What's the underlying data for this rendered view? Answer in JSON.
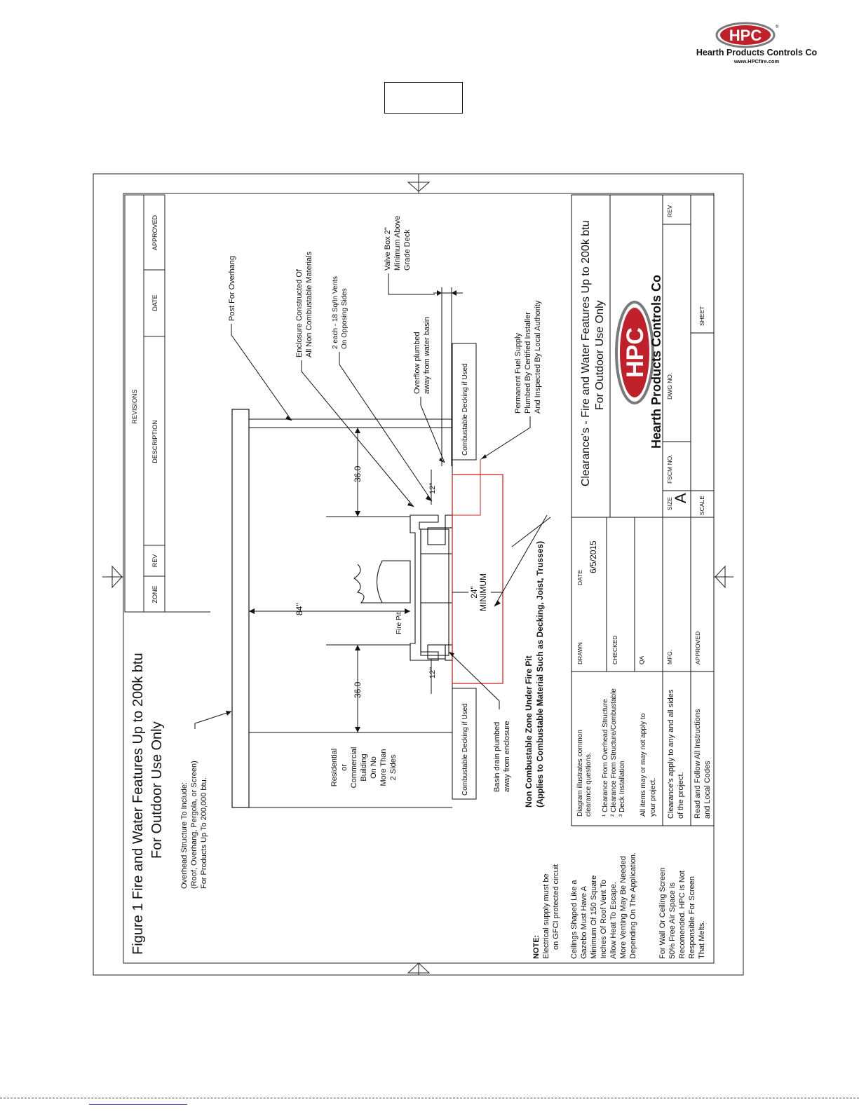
{
  "company": {
    "logo_text": "HPC",
    "name": "Hearth Products Controls Co",
    "url": "www.HPCfire.com"
  },
  "figure": {
    "title_line1": "Figure 1   Fire and Water Features Up to 200k btu",
    "title_line2": "For Outdoor Use Only"
  },
  "revisions": {
    "header": "REVISIONS",
    "col_zone": "ZONE",
    "col_rev": "REV",
    "col_description": "DESCRIPTION",
    "col_date": "DATE",
    "col_approved": "APPROVED"
  },
  "callouts": {
    "overhead_1": "Overhead Structure To Include:",
    "overhead_2": "(Roof, Overhang, Pergola, or Screen)",
    "overhead_3": "For Products Up To 200,000 btu.",
    "post": "Post For Overhang",
    "enclosure_1": "Enclosure Constructed Of",
    "enclosure_2": "All Non Combustable Materials",
    "vents_1": "2 each - 18 Sq/In Vents",
    "vents_2": "On Opposing Sides",
    "overflow_1": "Overflow plumbed",
    "overflow_2": "away from water basin",
    "valve_1": "Valve Box 2\"",
    "valve_2": "Minimum Above",
    "valve_3": "Grade Deck",
    "fuel_1": "Permanent Fuel Supply",
    "fuel_2": "Plumbed By Certified Installer",
    "fuel_3": "And Inspected By Local Authority",
    "deck_right": "Combustable Decking if Used",
    "deck_left": "Combustable Decking if Used",
    "building_1": "Residential",
    "building_2": "or",
    "building_3": "Commercial",
    "building_4": "Building",
    "building_5": "On No",
    "building_6": "More Than",
    "building_7": "2 Sides",
    "basin_1": "Basin drain plumbed",
    "basin_2": "away from enclosure",
    "noncomb_1": "Non Combustable Zone Under Fire Pit",
    "noncomb_2": "(Applies to Combustable Material Such as Decking, Joist, Trusses)",
    "fire_pit": "Fire Pit",
    "dim_84": "84\"",
    "dim_36_left": "36.0",
    "dim_36_right": "36.0",
    "dim_12_left": "12\"",
    "dim_12_right": "12\"",
    "dim_24": "24\"",
    "dim_minimum": "MINIMUM"
  },
  "notes": {
    "note_label": "NOTE:",
    "note_1": "Electrical supply must be",
    "note_2": "on GFCI protected circuit",
    "ceiling_1": "Ceilings Shaped Like a",
    "ceiling_2": "Gazebo Must Have A",
    "ceiling_3": "Minimum Of 150 Square",
    "ceiling_4": "Inches Of Roof Vent To",
    "ceiling_5": "Allow Heat To Escape.",
    "ceiling_6": "More Venting May Be Needed",
    "ceiling_7": "Depending On The Application.",
    "screen_1": "For Wall Or Ceiling Screen",
    "screen_2": "50% Free Air Space is",
    "screen_3": "Recomended.  HPC is Not",
    "screen_4": "Responsible For Screen",
    "screen_5": "That Melts."
  },
  "titleblock": {
    "diag_1": "Diagram illustrates common",
    "diag_2": "clearance questions.",
    "item_1": "¹ Clearance From Overhead Structure",
    "item_2": "² Clearance From Structure/Combustable",
    "item_3": "³ Deck Installation",
    "may_1": "All items may or may not apply to",
    "may_2": "your project.",
    "apply_1": "Clearance's apply to any and all sides",
    "apply_2": "of the project.",
    "read_1": "Read and Follow All Instructions",
    "read_2": "and Local Codes",
    "drawn": "DRAWN",
    "checked": "CHECKED",
    "qa": "QA",
    "mfg": "MFG.",
    "approved": "APPROVED",
    "date_label": "DATE",
    "date_value": "6/5/2015",
    "title_1": "Clearance's - Fire and Water Features Up to 200k btu",
    "title_2": "For Outdoor Use Only",
    "company": "Hearth Products Controls Co",
    "logo": "HPC",
    "size_label": "SIZE",
    "size_value": "A",
    "fscm": "FSCM NO.",
    "dwg": "DWG NO.",
    "rev": "REV",
    "scale": "SCALE",
    "sheet": "SHEET"
  },
  "colors": {
    "line": "#111111",
    "red_zone": "#cc2222",
    "logo_red": "#c0202a",
    "link_blue": "#3333cc"
  }
}
